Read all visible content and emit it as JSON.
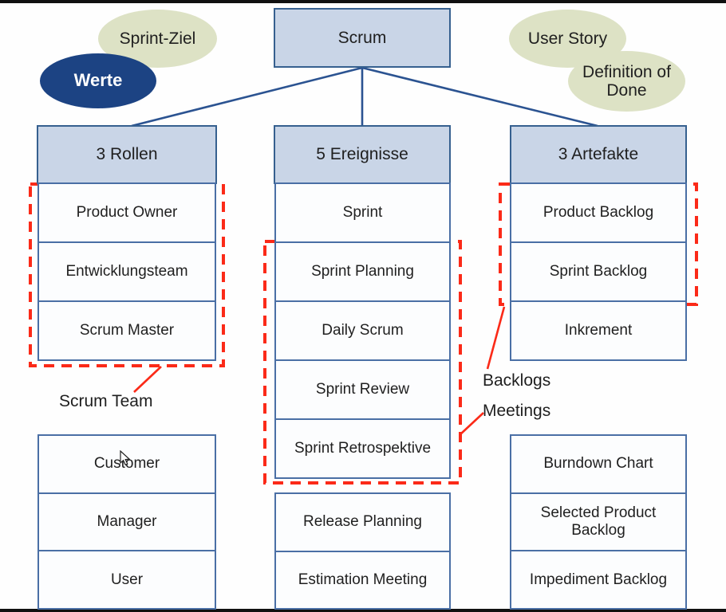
{
  "colors": {
    "bar": "#101010",
    "ink": "#1f1f1f",
    "hdrfill": "#c9d5e7",
    "hdrborder": "#36608f",
    "boxborder": "#4a6fa5",
    "boxfill": "#fcfdfe",
    "olive": "#dde2c5",
    "navy": "#1c4383",
    "connector": "#2b5391",
    "red": "#fb2a18"
  },
  "root": {
    "label": "Scrum"
  },
  "bubbles": {
    "sprint_ziel": "Sprint-Ziel",
    "werte": "Werte",
    "user_story": "User Story",
    "definition_of_done": "Definition of Done"
  },
  "columns": [
    {
      "header": "3 Rollen",
      "cells": [
        "Product Owner",
        "Entwicklungsteam",
        "Scrum Master"
      ],
      "group_label": "Scrum Team",
      "extra": [
        "Customer",
        "Manager",
        "User"
      ]
    },
    {
      "header": "5 Ereignisse",
      "cells": [
        "Sprint",
        "Sprint Planning",
        "Daily Scrum",
        "Sprint Review",
        "Sprint Retrospektive"
      ],
      "extra": [
        "Release Planning",
        "Estimation Meeting"
      ]
    },
    {
      "header": "3 Artefakte",
      "cells": [
        "Product Backlog",
        "Sprint Backlog",
        "Inkrement"
      ],
      "extra": [
        "Burndown Chart",
        "Selected Product Backlog",
        "Impediment Backlog"
      ]
    }
  ],
  "annotations": {
    "backlogs": "Backlogs",
    "meetings": "Meetings"
  }
}
